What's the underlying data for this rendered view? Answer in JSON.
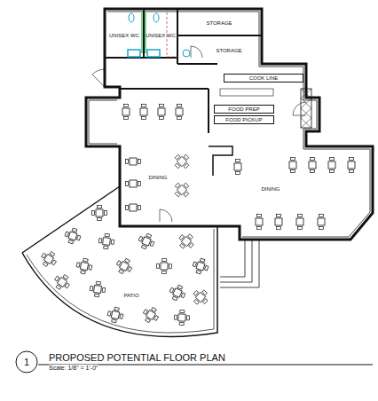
{
  "diagram": {
    "title": "PROPOSED POTENTIAL FLOOR PLAN",
    "nodes": [
      {
        "text": [
          "UNISEX WC"
        ]
      },
      {
        "text": [
          "UNISEX WC"
        ]
      },
      {
        "text": [
          "STORAGE"
        ]
      },
      {
        "text": [
          "STORAGE"
        ]
      },
      {
        "text": [
          "COOK LINE"
        ]
      },
      {
        "text": [
          "FOOD PREP"
        ]
      },
      {
        "text": [
          "FOOD PICKUP"
        ]
      },
      {
        "text": [
          "1"
        ]
      }
    ],
    "labels": [
      "DINING",
      "DINING",
      "PATIO",
      "Scale: 1/8\" = 1'-0\""
    ]
  }
}
